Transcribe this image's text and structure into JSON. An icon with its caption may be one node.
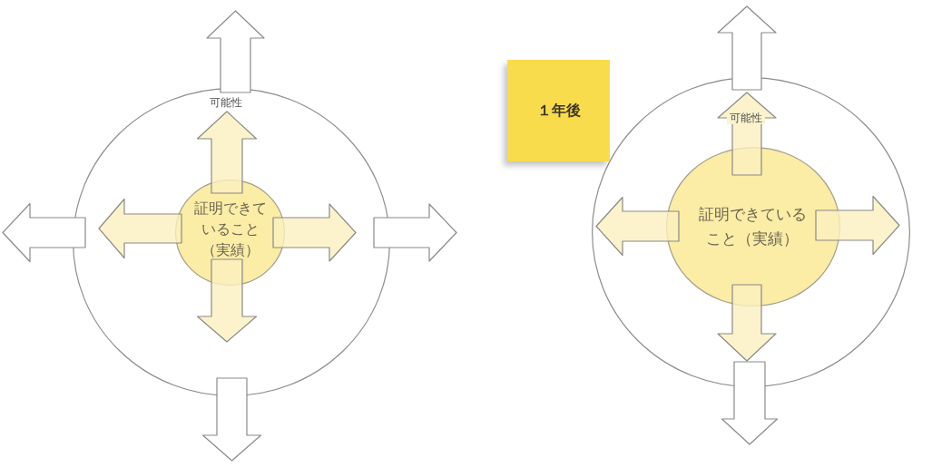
{
  "diagram": {
    "nodes": [
      {
        "text": [
          "可能性"
        ]
      },
      {
        "text": [
          "証明できていること（実績）"
        ],
        "in": 0
      },
      {
        "text": [
          "１年後"
        ]
      },
      {
        "text": [
          "可能性"
        ]
      },
      {
        "text": [
          "証明できていること（実績）"
        ],
        "in": 3
      }
    ],
    "edges": [
      {
        "from": 1,
        "to": null,
        "arrow": "to",
        "color": "#fbf0bf"
      },
      {
        "from": 1,
        "to": null,
        "arrow": "to",
        "color": "#fbf0bf"
      },
      {
        "from": 1,
        "to": null,
        "arrow": "to",
        "color": "#fbf0bf"
      },
      {
        "from": 1,
        "to": null,
        "arrow": "to",
        "color": "#fbf0bf"
      },
      {
        "from": 0,
        "to": null,
        "arrow": "to",
        "color": "#ffffff"
      },
      {
        "from": 0,
        "to": null,
        "arrow": "to",
        "color": "#ffffff"
      },
      {
        "from": 0,
        "to": null,
        "arrow": "to",
        "color": "#ffffff"
      },
      {
        "from": 0,
        "to": null,
        "arrow": "to",
        "color": "#ffffff"
      },
      {
        "from": 4,
        "to": null,
        "arrow": "to",
        "color": "#fbf0bf"
      },
      {
        "from": 4,
        "to": null,
        "arrow": "to",
        "color": "#fbf0bf"
      },
      {
        "from": 4,
        "to": null,
        "arrow": "to",
        "color": "#fbf0bf"
      },
      {
        "from": 4,
        "to": null,
        "arrow": "to",
        "color": "#fbf0bf"
      },
      {
        "from": 3,
        "to": null,
        "arrow": "to",
        "color": "#ffffff"
      },
      {
        "from": 3,
        "to": null,
        "arrow": "to",
        "color": "#ffffff"
      }
    ]
  }
}
